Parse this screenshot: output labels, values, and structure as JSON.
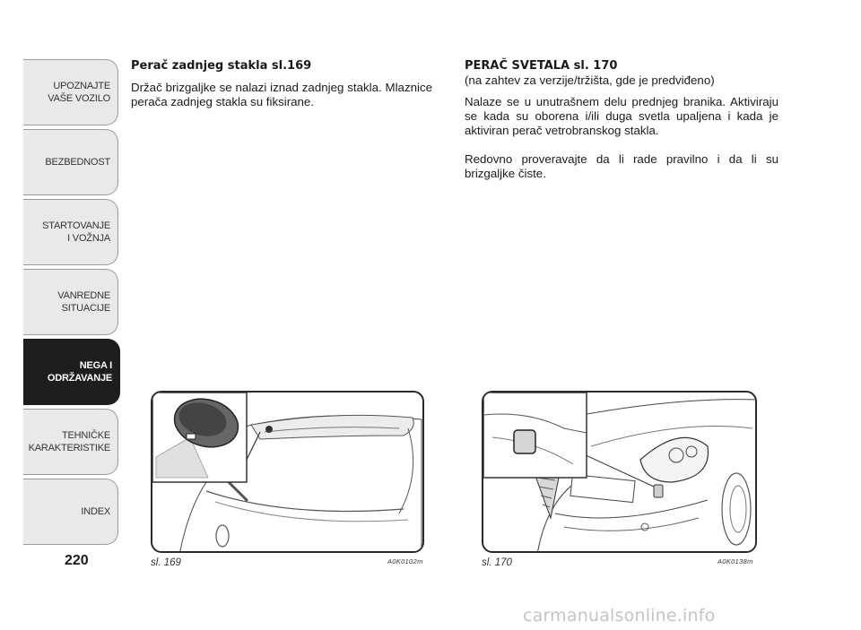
{
  "sidebar": {
    "tabs": [
      {
        "label": "UPOZNAJTE\nVAŠE VOZILO",
        "active": false
      },
      {
        "label": "BEZBEDNOST",
        "active": false
      },
      {
        "label": "STARTOVANJE\nI VOŽNJA",
        "active": false
      },
      {
        "label": "VANREDNE\nSITUACIJE",
        "active": false
      },
      {
        "label": "NEGA I\nODRŽAVANJE",
        "active": true
      },
      {
        "label": "TEHNIČKE\nKARAKTERISTIKE",
        "active": false
      },
      {
        "label": "INDEX",
        "active": false
      }
    ]
  },
  "page_number": "220",
  "section1": {
    "heading": "Perač zadnjeg stakla sl.169",
    "body": "Držač brizgaljke se nalazi iznad zadnjeg stakla. Mlaznice perača zadnjeg stakla su fiksirane."
  },
  "section2": {
    "heading": "PERAČ SVETALA sl. 170",
    "subheading": "(na zahtev za verzije/tržišta, gde je predviđeno)",
    "body1": "Nalaze se u unutrašnem delu prednjeg branika. Aktiviraju se kada su oborena i/ili duga svetla upaljena i kada je aktiviran perač vetrobranskog stakla.",
    "body2": "Redovno proveravajte da li rade pravilno i da li su brizgaljke čiste."
  },
  "figures": [
    {
      "caption": "sl. 169",
      "code": "A0K0102m"
    },
    {
      "caption": "sl. 170",
      "code": "A0K0138m"
    }
  ],
  "watermark": "carmanualsonline.info",
  "colors": {
    "active_tab": "#1e1e1e",
    "tab_bg": "#e9e9e9",
    "watermark": "#c4c4c4"
  }
}
